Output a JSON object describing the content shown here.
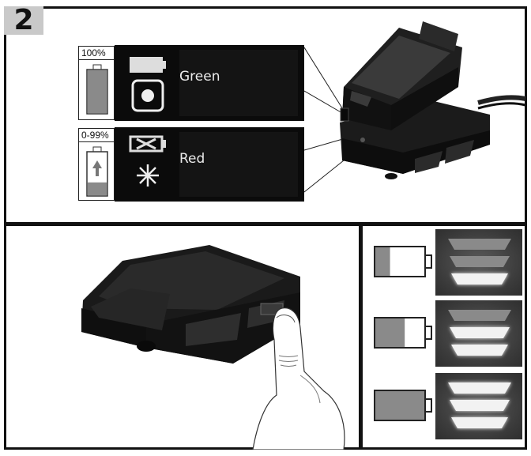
{
  "step": {
    "number": "2"
  },
  "charger_indicators": [
    {
      "percent_label": "100%",
      "color_label": "Green",
      "led_state": "solid",
      "charge_level": 1.0
    },
    {
      "percent_label": "0-99%",
      "color_label": "Red",
      "led_state": "blinking",
      "charge_level": 0.3
    }
  ],
  "fuel_gauge": [
    {
      "battery_level": 0.3,
      "lit_bars": 1
    },
    {
      "battery_level": 0.6,
      "lit_bars": 2
    },
    {
      "battery_level": 1.0,
      "lit_bars": 3
    }
  ],
  "colors": {
    "lit_bar": "#f2f2f2",
    "unlit_bar": "#8a8a8a",
    "battery_fill": "#8a8a8a"
  }
}
